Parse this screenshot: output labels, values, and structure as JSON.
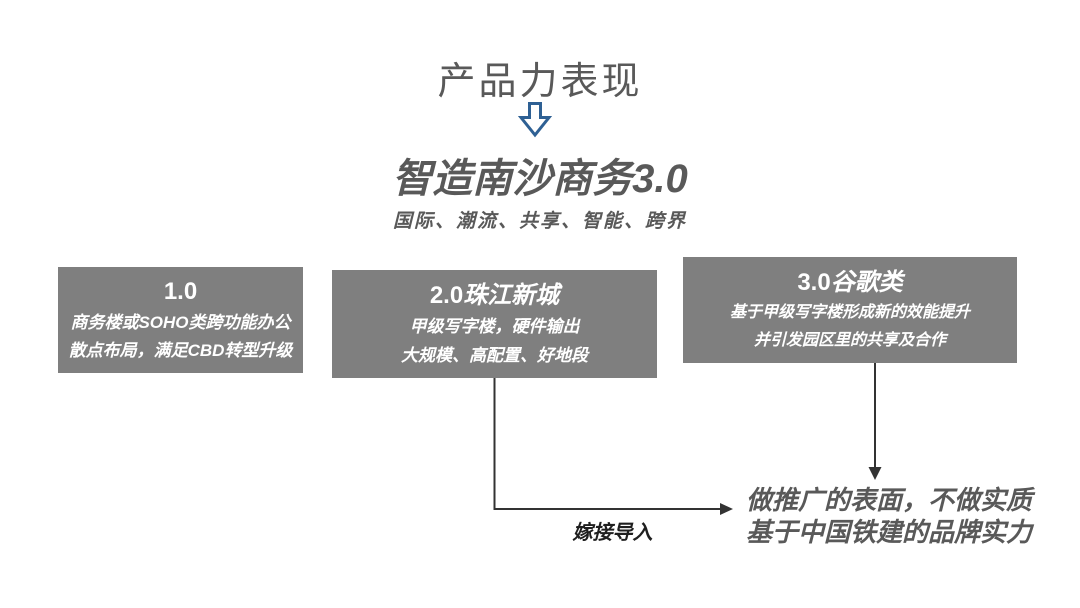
{
  "colors": {
    "box-gray": "#7f7f7f",
    "heading-gray": "#595959",
    "arrow-blue": "#2e6094",
    "connector-dark": "#333333",
    "box-text": "#ffffff",
    "label-dark": "#1f1f1f"
  },
  "header": {
    "title": "产品力表现",
    "down_arrow_icon": "block-down-arrow",
    "main_title": "智造南沙商务3.0",
    "subtitle": "国际、潮流、共享、智能、跨界"
  },
  "boxes": [
    {
      "title_num": "1.0",
      "title_cn": "",
      "line1": "商务楼或SOHO类跨功能办公",
      "line2": "散点布局，满足CBD转型升级"
    },
    {
      "title_num": "2.0",
      "title_cn": "珠江新城",
      "line1": "甲级写字楼，硬件输出",
      "line2": "大规模、高配置、好地段"
    },
    {
      "title_num": "3.0",
      "title_cn": "谷歌类",
      "line1": "基于甲级写字楼形成新的效能提升",
      "line2": "并引发园区里的共享及合作"
    }
  ],
  "connector": {
    "label": "嫁接导入"
  },
  "conclusion": {
    "line1": "做推广的表面，不做实质",
    "line2": "基于中国铁建的品牌实力"
  }
}
